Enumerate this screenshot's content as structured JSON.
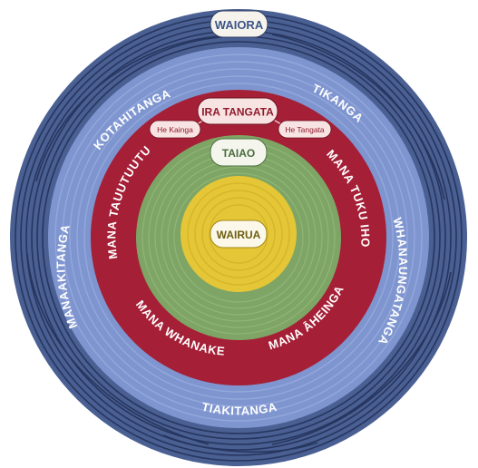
{
  "diagram": {
    "colors": {
      "outer_ring": "#4a5f92",
      "outer_ring_lines": "#26365f",
      "light_blue_ring": "#7f95cf",
      "red_ring": "#a51f36",
      "green_ring": "#7ea565",
      "yellow_core": "#e4c637",
      "pill_fill": "#f6f3ec",
      "pill_text": "#3d5586",
      "red_pill_fill": "#f8e3e3",
      "red_pill_text": "#8f1b2c"
    },
    "core": {
      "label": "WAIRUA"
    },
    "green_ring": {
      "label": "TAIAO"
    },
    "red_ring": {
      "top_label": "IRA TANGATA",
      "top_left_tag": "He Kainga",
      "top_right_tag": "He Tangata",
      "left_label": "MANA TAUUTUUTU",
      "right_label": "MANA TUKU IHO",
      "bottom_left_label": "MANA WHANAKE",
      "bottom_right_label": "MANA ĀHEINGA"
    },
    "blue_ring": {
      "top_left_label": "KOTAHITANGA",
      "top_right_label": "TIKANGA",
      "left_label": "MANAAKITANGA",
      "right_label": "WHANAUNGATANGA",
      "bottom_label": "TIAKITANGA"
    },
    "outer_ring": {
      "top_label": "WAIORA"
    }
  }
}
